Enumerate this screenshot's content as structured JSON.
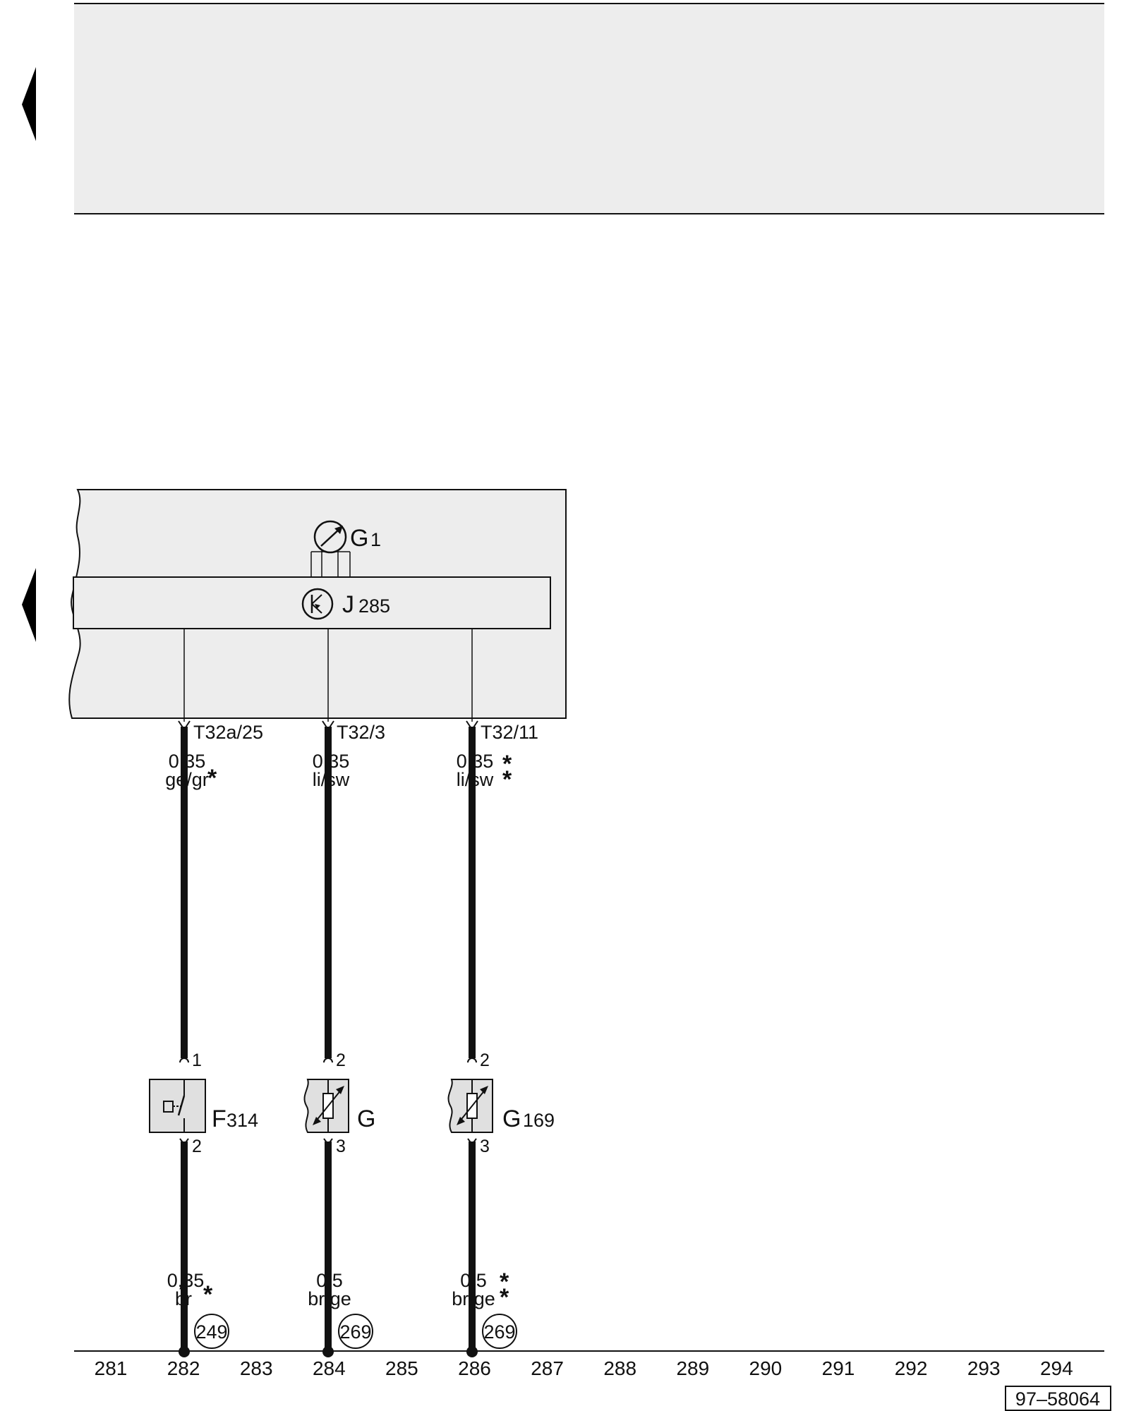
{
  "colors": {
    "panel_fill": "#ededed",
    "component_fill": "#e0e0e0",
    "line": "#111111",
    "background": "#ffffff"
  },
  "modules": {
    "gauge": {
      "code": "G",
      "sub": "1"
    },
    "control_unit": {
      "code": "J",
      "sub": "285"
    }
  },
  "wires": [
    {
      "connector": "T32a/25",
      "top_size": "0,35",
      "top_color": "ge/gr",
      "top_mark": "*",
      "pin_top": "1",
      "pin_bottom": "2",
      "component_code": "F",
      "component_sub": "314",
      "bottom_size": "0,35",
      "bottom_color": "br",
      "bottom_mark": "*",
      "ref": "249"
    },
    {
      "connector": "T32/3",
      "top_size": "0,35",
      "top_color": "li/sw",
      "pin_top": "2",
      "pin_bottom": "3",
      "component_code": "G",
      "component_sub": "",
      "bottom_size": "0,5",
      "bottom_color": "br/ge",
      "ref": "269"
    },
    {
      "connector": "T32/11",
      "top_size": "0,35",
      "top_color": "li/sw",
      "top_mark": "*",
      "top_mark2": "*",
      "pin_top": "2",
      "pin_bottom": "3",
      "component_code": "G",
      "component_sub": "169",
      "bottom_size": "0,5",
      "bottom_color": "br/ge",
      "bottom_mark": "*",
      "bottom_mark2": "*",
      "ref": "269"
    }
  ],
  "axis": [
    "281",
    "282",
    "283",
    "284",
    "285",
    "286",
    "287",
    "288",
    "289",
    "290",
    "291",
    "292",
    "293",
    "294"
  ],
  "footer_code": "97–58064"
}
